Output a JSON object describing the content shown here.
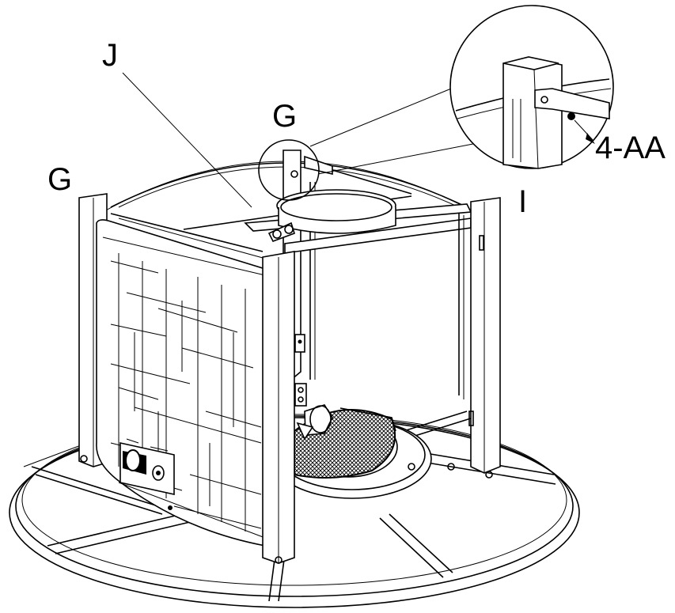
{
  "labels": {
    "j": "J",
    "g_top": "G",
    "g_left": "G",
    "i": "I",
    "aa": "4-AA"
  }
}
